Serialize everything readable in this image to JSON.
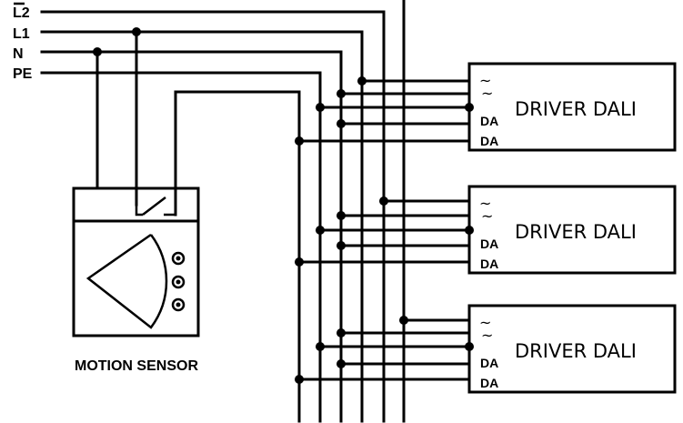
{
  "lines": [
    {
      "id": "l2",
      "label": "L2"
    },
    {
      "id": "l1",
      "label": "L1"
    },
    {
      "id": "n",
      "label": "N"
    },
    {
      "id": "pe",
      "label": "PE"
    }
  ],
  "sensor": {
    "label": "MOTION SENSOR"
  },
  "drivers": [
    {
      "label": "DRIVER  DALI",
      "terminals": [
        "~",
        "~",
        "DA",
        "DA"
      ]
    },
    {
      "label": "DRIVER  DALI",
      "terminals": [
        "~",
        "~",
        "DA",
        "DA"
      ]
    },
    {
      "label": "DRIVER  DALI",
      "terminals": [
        "~",
        "~",
        "DA",
        "DA"
      ]
    }
  ]
}
